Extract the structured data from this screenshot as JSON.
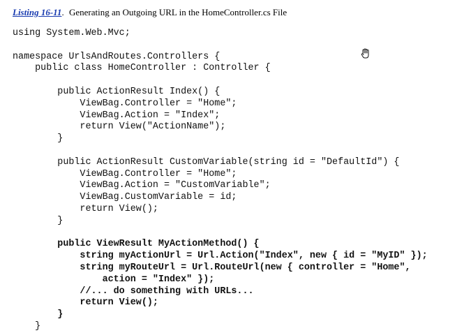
{
  "caption": {
    "link_text": "Listing 16-11",
    "title": "Generating an Outgoing URL in the HomeController.cs File"
  },
  "code_lines": [
    {
      "text": "using System.Web.Mvc;",
      "bold": false
    },
    {
      "text": "",
      "bold": false
    },
    {
      "text": "namespace UrlsAndRoutes.Controllers {",
      "bold": false
    },
    {
      "text": "    public class HomeController : Controller {",
      "bold": false
    },
    {
      "text": "",
      "bold": false
    },
    {
      "text": "        public ActionResult Index() {",
      "bold": false
    },
    {
      "text": "            ViewBag.Controller = \"Home\";",
      "bold": false
    },
    {
      "text": "            ViewBag.Action = \"Index\";",
      "bold": false
    },
    {
      "text": "            return View(\"ActionName\");",
      "bold": false
    },
    {
      "text": "        }",
      "bold": false
    },
    {
      "text": "",
      "bold": false
    },
    {
      "text": "        public ActionResult CustomVariable(string id = \"DefaultId\") {",
      "bold": false
    },
    {
      "text": "            ViewBag.Controller = \"Home\";",
      "bold": false
    },
    {
      "text": "            ViewBag.Action = \"CustomVariable\";",
      "bold": false
    },
    {
      "text": "            ViewBag.CustomVariable = id;",
      "bold": false
    },
    {
      "text": "            return View();",
      "bold": false
    },
    {
      "text": "        }",
      "bold": false
    },
    {
      "text": "",
      "bold": false
    },
    {
      "text": "        public ViewResult MyActionMethod() {",
      "bold": true
    },
    {
      "text": "            string myActionUrl = Url.Action(\"Index\", new { id = \"MyID\" });",
      "bold": true
    },
    {
      "text": "            string myRouteUrl = Url.RouteUrl(new { controller = \"Home\",",
      "bold": true
    },
    {
      "text": "                action = \"Index\" });",
      "bold": true
    },
    {
      "text": "            //... do something with URLs...",
      "bold": true
    },
    {
      "text": "            return View();",
      "bold": true
    },
    {
      "text": "        }",
      "bold": true
    },
    {
      "text": "    }",
      "bold": false
    }
  ],
  "cursor_icon": "hand-cursor-icon"
}
